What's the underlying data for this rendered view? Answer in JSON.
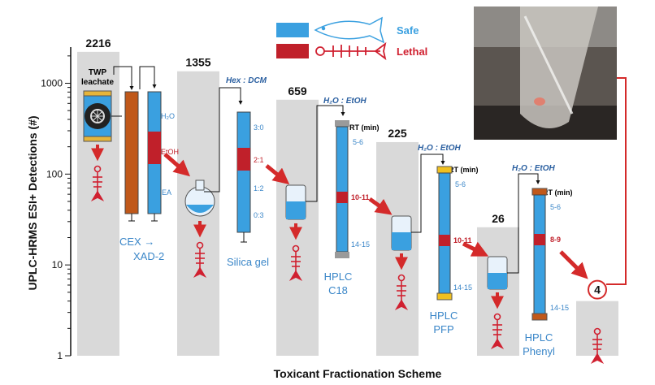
{
  "chart_data": {
    "type": "bar",
    "title": "",
    "xlabel": "Toxicant Fractionation Scheme",
    "ylabel": "UPLC-HRMS ESI+ Detections (#)",
    "yscale": "log",
    "ylim": [
      1,
      2500
    ],
    "yticks": [
      "1",
      "10",
      "100",
      "1000"
    ],
    "grid": false,
    "values": [
      2216,
      1355,
      659,
      225,
      26,
      4
    ],
    "value_labels": [
      "2216",
      "1355",
      "659",
      "225",
      "26",
      "4"
    ],
    "bar_color": "#d9d9d9",
    "colors": {
      "safe": "#3aa0e0",
      "lethal": "#c0202a",
      "arrow": "#d42a2a",
      "cex_resin": "#c0581a"
    },
    "legend": {
      "safe": "Safe",
      "lethal": "Lethal",
      "placement": "top-center"
    },
    "step_labels": [
      [
        "TWP",
        "leachate"
      ],
      [
        "CEX →",
        "XAD-2"
      ],
      [
        "Silica gel"
      ],
      [
        "HPLC",
        "C18"
      ],
      [
        "HPLC",
        "PFP"
      ],
      [
        "HPLC",
        "Phenyl"
      ]
    ],
    "eluents": {
      "xad": [
        "H₂O",
        "EtOH",
        "EA"
      ],
      "silica_header": "Hex : DCM",
      "silica": [
        "3:0",
        "2:1",
        "1:2",
        "0:3"
      ],
      "hplc_header": "H₂O : EtOH",
      "rt_label": "RT (min)",
      "c18": [
        "5-6",
        "10-11",
        "14-15"
      ],
      "pfp": [
        "5-6",
        "10-11",
        "14-15"
      ],
      "phenyl": [
        "5-6",
        "8-9",
        "14-15"
      ]
    }
  }
}
